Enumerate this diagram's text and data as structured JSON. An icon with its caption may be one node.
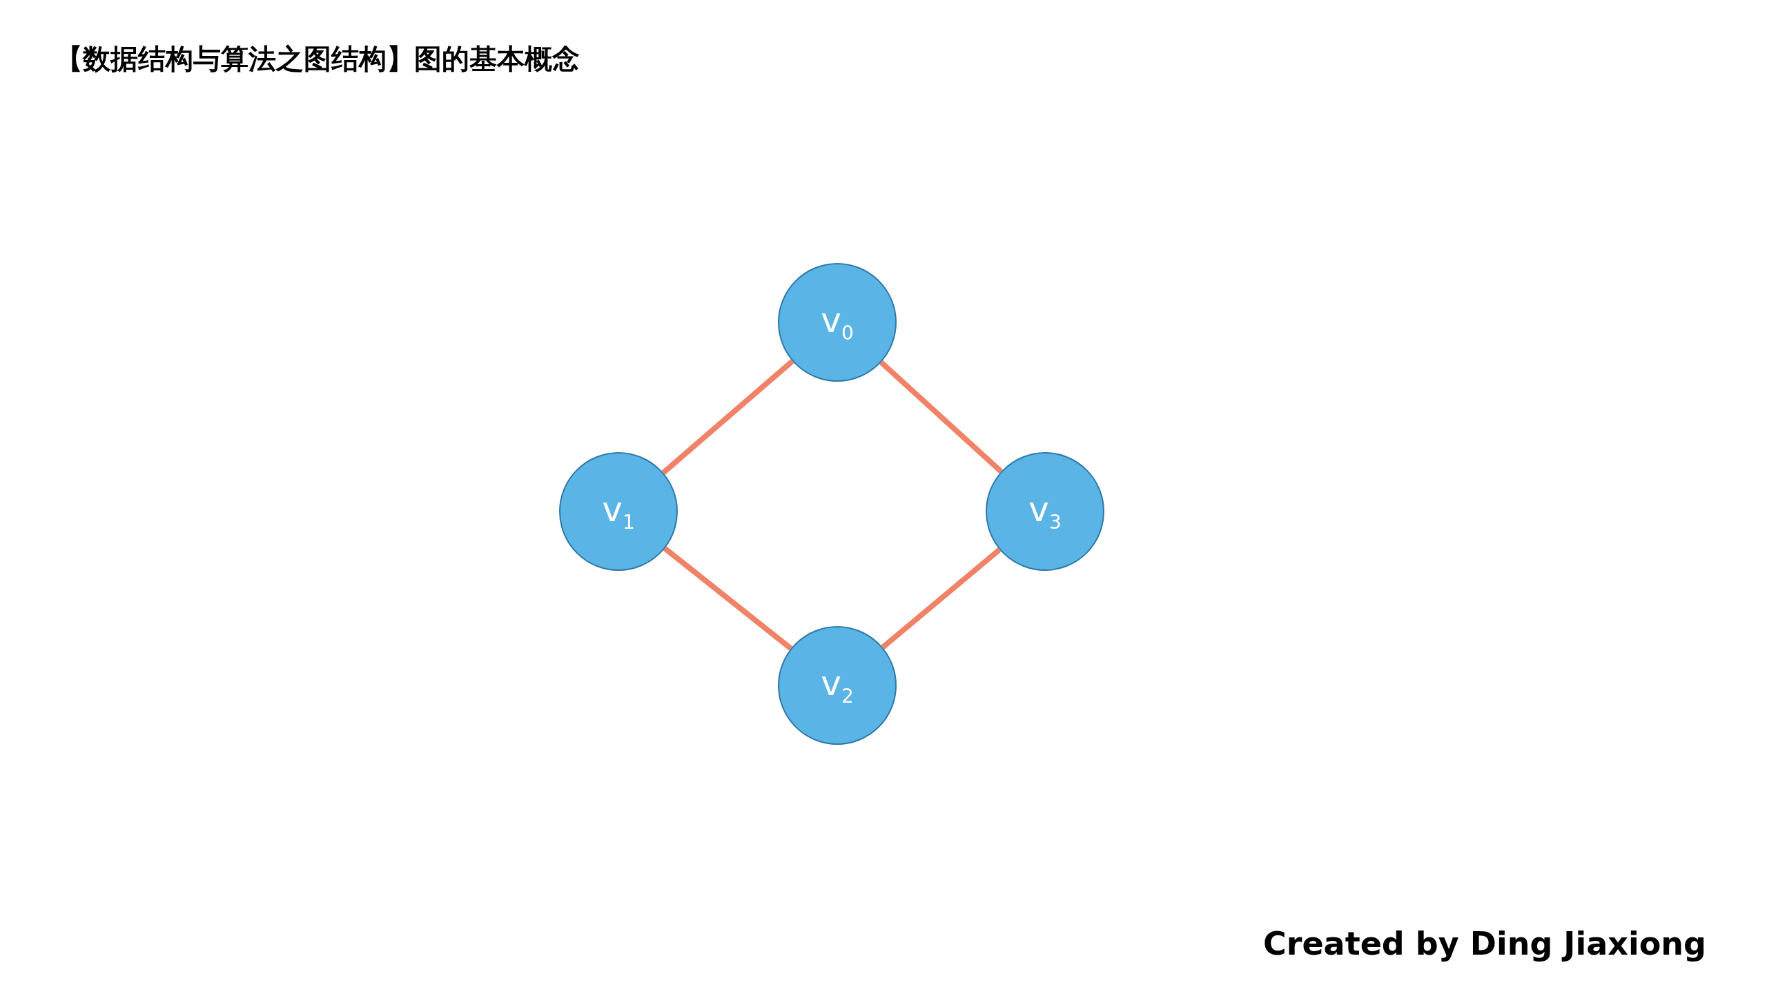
{
  "diagram": {
    "title": "【数据结构与算法之图结构】图的基本概念",
    "nodes": [
      {
        "text": [
          "v$_{0}$"
        ]
      },
      {
        "text": [
          "v$_{1}$"
        ]
      },
      {
        "text": [
          "v$_{3}$"
        ]
      },
      {
        "text": [
          "v$_{2}$"
        ]
      }
    ],
    "edges": [
      {
        "from": 0,
        "to": 1,
        "arrow": "none"
      },
      {
        "from": 0,
        "to": 2,
        "arrow": "none"
      },
      {
        "from": 1,
        "to": 3,
        "arrow": "none"
      },
      {
        "from": 3,
        "to": 2,
        "arrow": "none"
      }
    ],
    "labels": [
      "Created by Ding Jiaxiong"
    ]
  }
}
